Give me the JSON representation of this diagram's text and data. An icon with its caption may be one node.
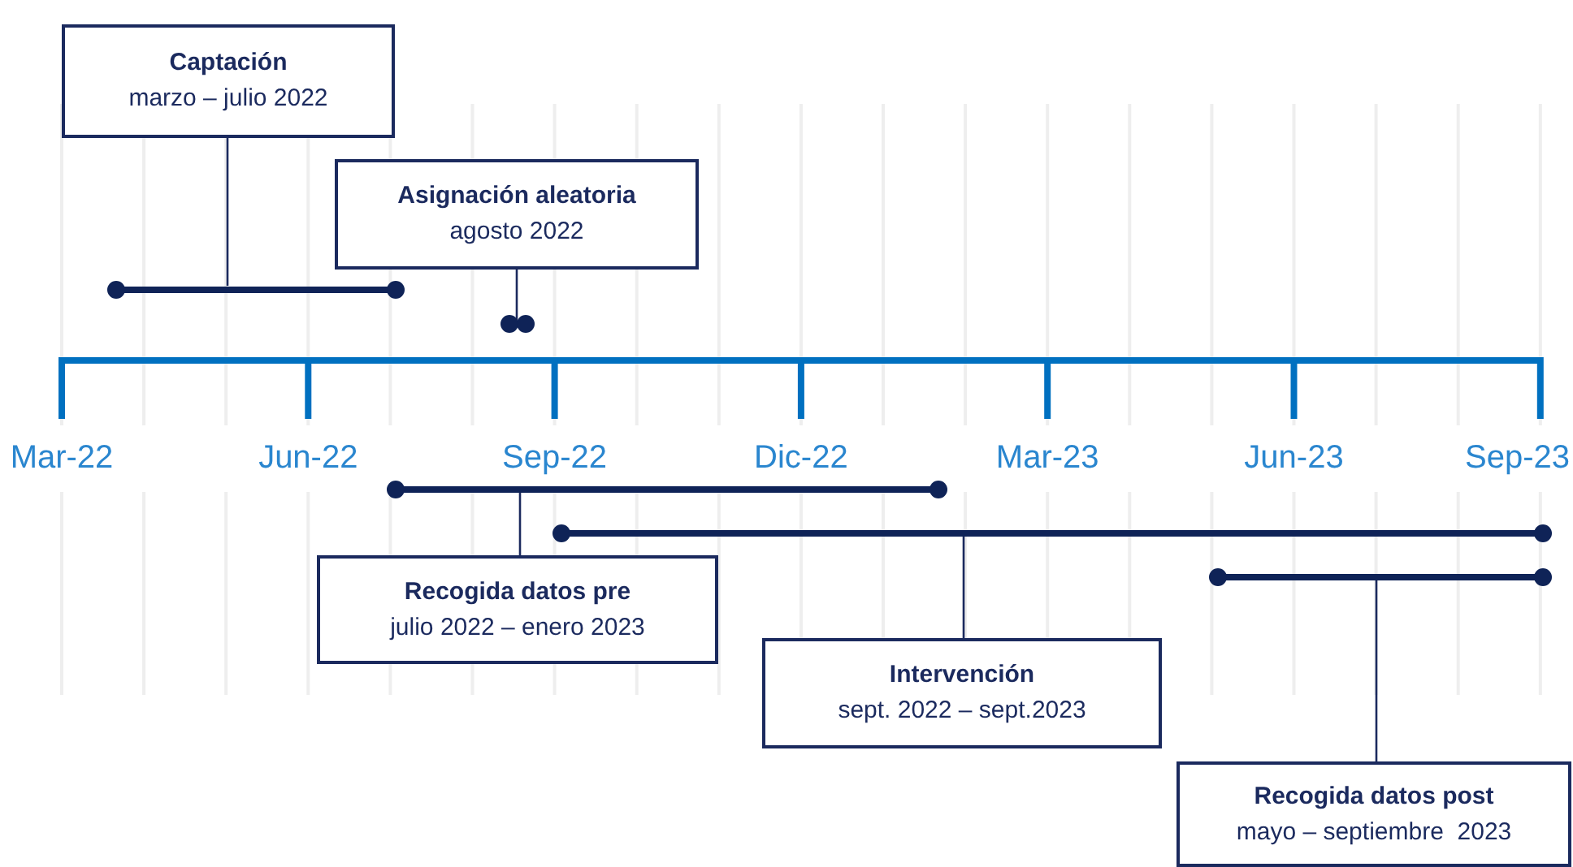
{
  "diagram": {
    "nodes": [
      {
        "text": [
          "Captación",
          "marzo – julio 2022"
        ]
      },
      {
        "text": [],
        "shape": "bar"
      },
      {
        "text": [
          "Asignación aleatoria",
          "agosto 2022"
        ]
      },
      {
        "text": [],
        "shape": "bar"
      },
      {
        "text": [],
        "shape": "bar"
      },
      {
        "text": [
          "Recogida datos pre",
          "julio 2022 – enero 2023"
        ]
      },
      {
        "text": [],
        "shape": "bar"
      },
      {
        "text": [
          "Intervención",
          "sept. 2022 – sept.2023"
        ]
      },
      {
        "text": [],
        "shape": "bar"
      },
      {
        "text": [
          "Recogida datos post",
          "mayo – septiembre  2023"
        ]
      }
    ],
    "edges": [
      {
        "from": 0,
        "to": 1,
        "arrow": "none"
      },
      {
        "from": 2,
        "to": 3,
        "arrow": "none"
      },
      {
        "from": 5,
        "to": 4,
        "arrow": "none"
      },
      {
        "from": 7,
        "to": 6,
        "arrow": "none"
      },
      {
        "from": 9,
        "to": 8,
        "arrow": "none"
      }
    ],
    "labels": [
      "Mar-22",
      "Jun-22",
      "Sep-22",
      "Dic-22",
      "Mar-23",
      "Jun-23",
      "Sep-23"
    ]
  }
}
